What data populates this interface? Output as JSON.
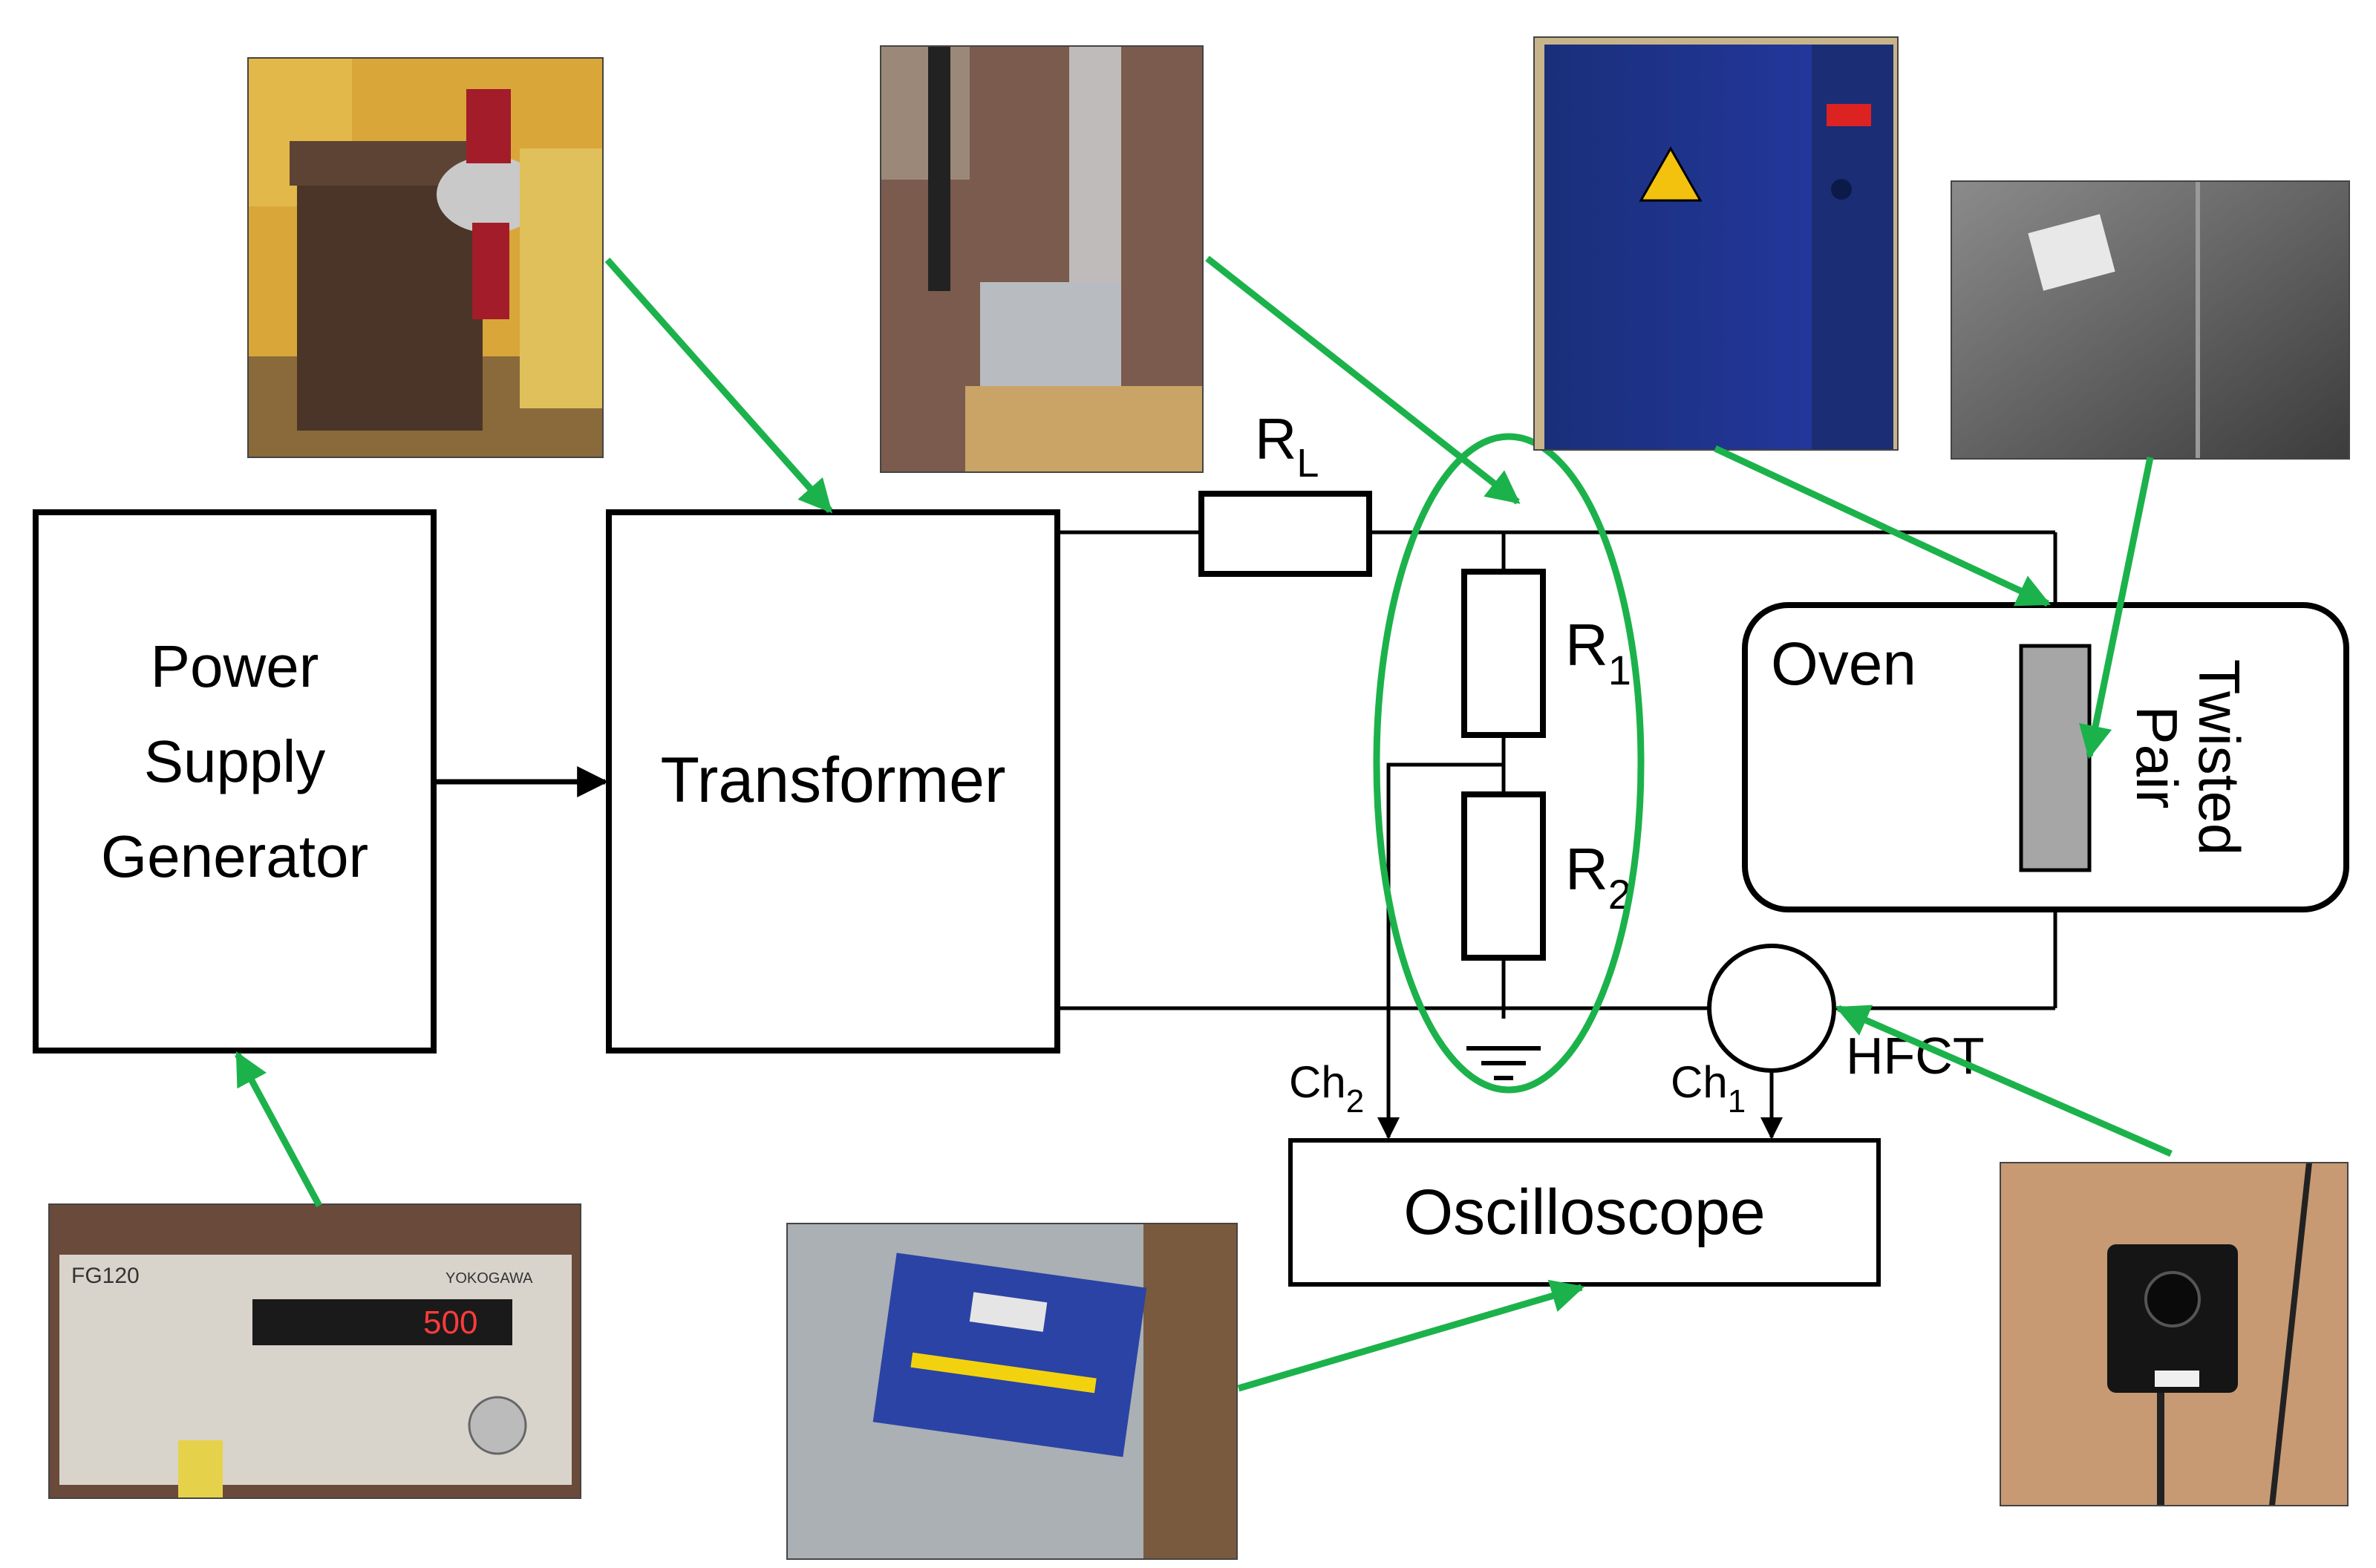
{
  "blocks": {
    "power_supply": [
      "Power",
      "Supply",
      "Generator"
    ],
    "transformer": "Transformer",
    "oscilloscope": "Oscilloscope",
    "oven": "Oven",
    "twisted_pair": [
      "Twisted",
      "Pair"
    ]
  },
  "components": {
    "rl": {
      "main": "R",
      "sub": "L"
    },
    "r1": {
      "main": "R",
      "sub": "1"
    },
    "r2": {
      "main": "R",
      "sub": "2"
    },
    "ch1": {
      "main": "Ch",
      "sub": "1"
    },
    "ch2": {
      "main": "Ch",
      "sub": "2"
    },
    "hfct": "HFCT"
  },
  "photos": {
    "transformer_photo": {
      "icon": "transformer-photo"
    },
    "divider_photo": {
      "icon": "voltage-divider-photo"
    },
    "oven_photo": {
      "icon": "oven-photo"
    },
    "oven_inside_photo": {
      "icon": "oven-interior-photo"
    },
    "generator_photo": {
      "icon": "function-generator-photo",
      "model": "FG120",
      "brand": "YOKOGAWA",
      "readout": "500"
    },
    "oscilloscope_photo": {
      "icon": "digitizer-photo"
    },
    "hfct_photo": {
      "icon": "hfct-sensor-photo"
    }
  },
  "colors": {
    "arrow": "#1cb24b",
    "ellipse": "#1cb24b",
    "stroke": "#000000",
    "twisted_pair_fill": "#a6a6a6"
  }
}
